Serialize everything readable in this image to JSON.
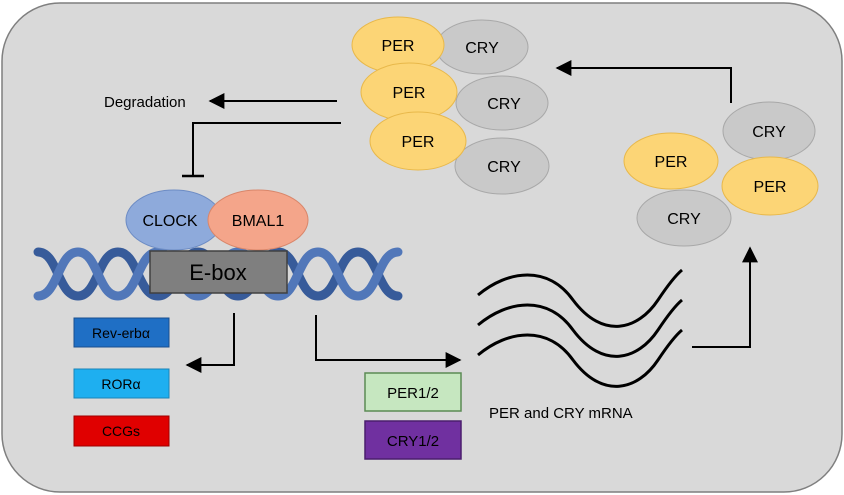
{
  "colors": {
    "panel": "#d9d9d9",
    "per": "#fcd576",
    "per_stroke": "#e8b84a",
    "cry": "#c9c9c9",
    "cry_stroke": "#a8a8a8",
    "clock": "#8eaadb",
    "bmal1": "#f4a58a",
    "dna": "#2f5597",
    "ebox": "#7f7f7f",
    "rev_erba": "#1f6fc5",
    "rora": "#1eaff0",
    "ccgs": "#e00000",
    "per12": "#c6e7c0",
    "cry12": "#7030a0"
  },
  "labels": {
    "degradation": "Degradation",
    "clock": "CLOCK",
    "bmal1": "BMAL1",
    "ebox": "E-box",
    "rev_erba": "Rev-erbα",
    "rora": "RORα",
    "ccgs": "CCGs",
    "per12": "PER1/2",
    "cry12": "CRY1/2",
    "mrna": "PER and CRY mRNA",
    "per": "PER",
    "cry": "CRY"
  }
}
